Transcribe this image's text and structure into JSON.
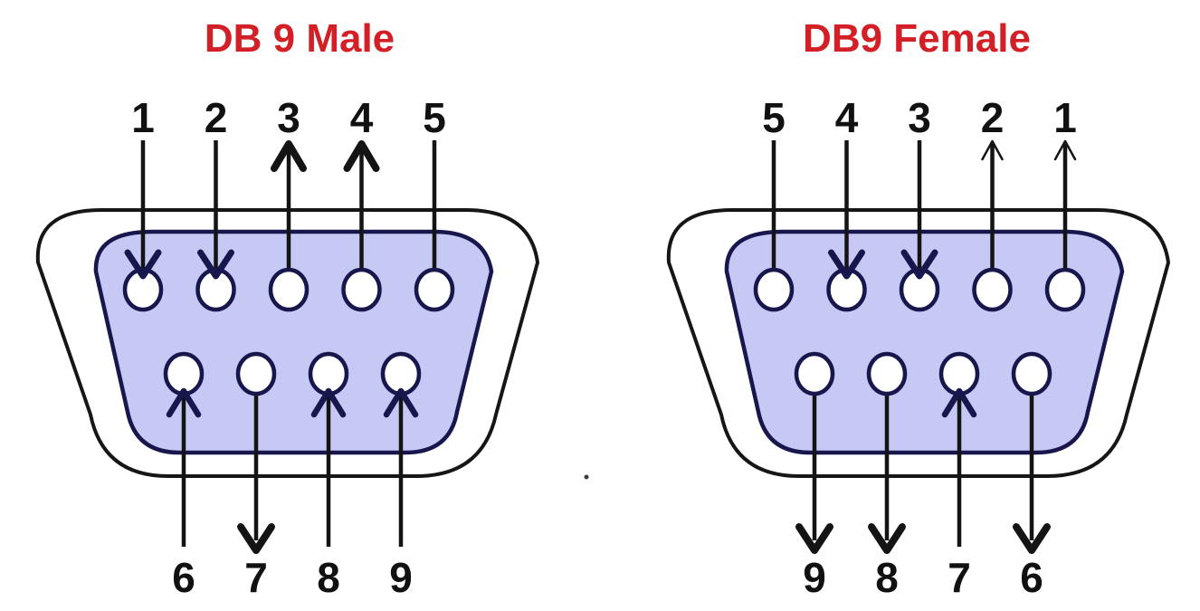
{
  "diagram": {
    "type": "pinout-diagram",
    "subject": "DB9 serial connector pin numbering",
    "colors": {
      "background": "#ffffff",
      "title_red": "#d32027",
      "body_fill": "#c6c9f3",
      "shell_outline": "#161616",
      "body_outline": "#17174e",
      "wire_line": "#141414",
      "pin_fill": "#ffffff",
      "number_text": "#111111"
    },
    "connectors": [
      {
        "title": "DB 9 Male",
        "top_pins": [
          {
            "label": "1",
            "arrow": "down-at-pin"
          },
          {
            "label": "2",
            "arrow": "down-at-pin"
          },
          {
            "label": "3",
            "arrow": "up-bold"
          },
          {
            "label": "4",
            "arrow": "up-bold"
          },
          {
            "label": "5",
            "arrow": "plain"
          }
        ],
        "bottom_pins": [
          {
            "label": "6",
            "arrow": "up-at-pin"
          },
          {
            "label": "7",
            "arrow": "down-at-end"
          },
          {
            "label": "8",
            "arrow": "up-at-pin"
          },
          {
            "label": "9",
            "arrow": "up-at-pin"
          }
        ]
      },
      {
        "title": "DB9 Female",
        "top_pins": [
          {
            "label": "5",
            "arrow": "plain"
          },
          {
            "label": "4",
            "arrow": "down-at-pin"
          },
          {
            "label": "3",
            "arrow": "down-at-pin"
          },
          {
            "label": "2",
            "arrow": "up-thin"
          },
          {
            "label": "1",
            "arrow": "up-thin"
          }
        ],
        "bottom_pins": [
          {
            "label": "9",
            "arrow": "down-at-end"
          },
          {
            "label": "8",
            "arrow": "down-at-end"
          },
          {
            "label": "7",
            "arrow": "up-at-pin"
          },
          {
            "label": "6",
            "arrow": "down-at-end"
          }
        ]
      }
    ]
  }
}
